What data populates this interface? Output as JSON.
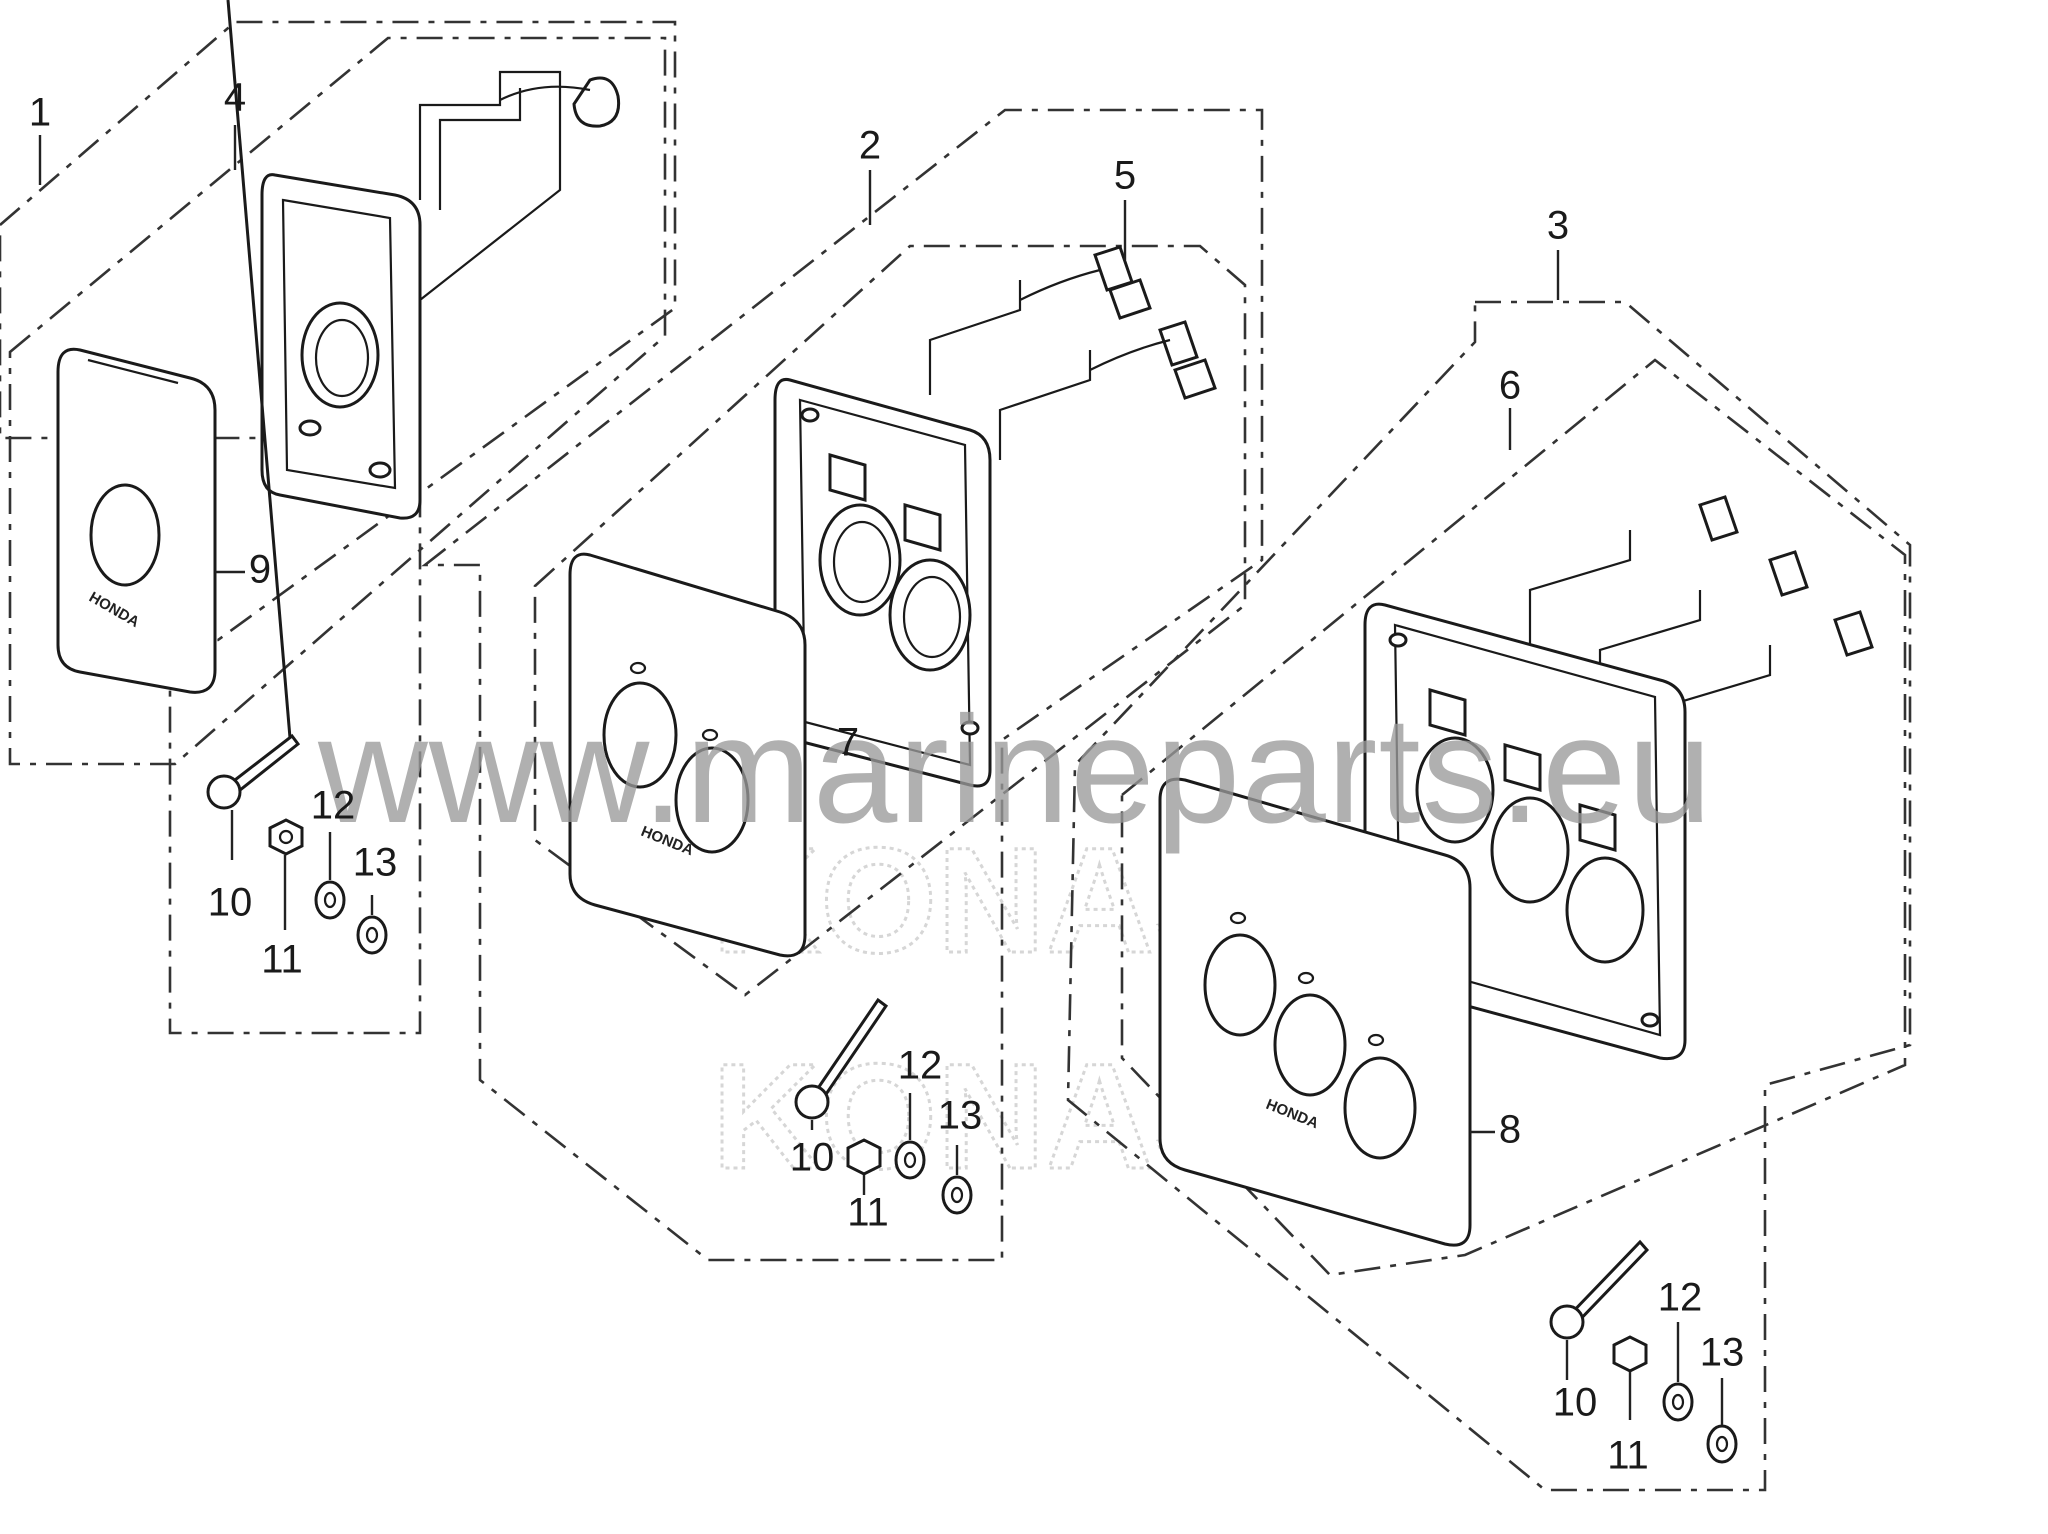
{
  "callouts": {
    "c1": "1",
    "c2": "2",
    "c3": "3",
    "c4": "4",
    "c5": "5",
    "c6": "6",
    "c7": "7",
    "c8": "8",
    "c9": "9",
    "c10": "10",
    "c11": "11",
    "c12": "12",
    "c13": "13"
  },
  "brand_mark": "HONDA",
  "watermark": "www.marineparts.eu"
}
